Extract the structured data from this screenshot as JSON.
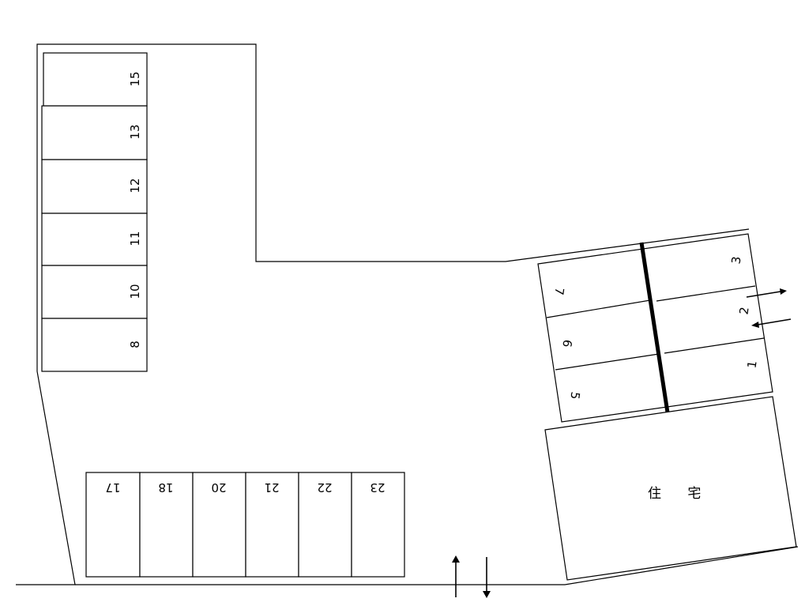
{
  "lot": {
    "stalls_left": [
      "15",
      "13",
      "12",
      "11",
      "10",
      "8"
    ],
    "stalls_bottom": [
      "17",
      "18",
      "20",
      "21",
      "22",
      "23"
    ],
    "stalls_right_inner": [
      "7",
      "6",
      "5"
    ],
    "stalls_right_outer": [
      "3",
      "2",
      "1"
    ],
    "house_label": "住 宅"
  },
  "arrows": {
    "entrance_in": "up-arrow-icon",
    "entrance_out": "down-arrow-icon",
    "side_out": "right-arrow-icon",
    "side_in": "left-arrow-icon"
  }
}
